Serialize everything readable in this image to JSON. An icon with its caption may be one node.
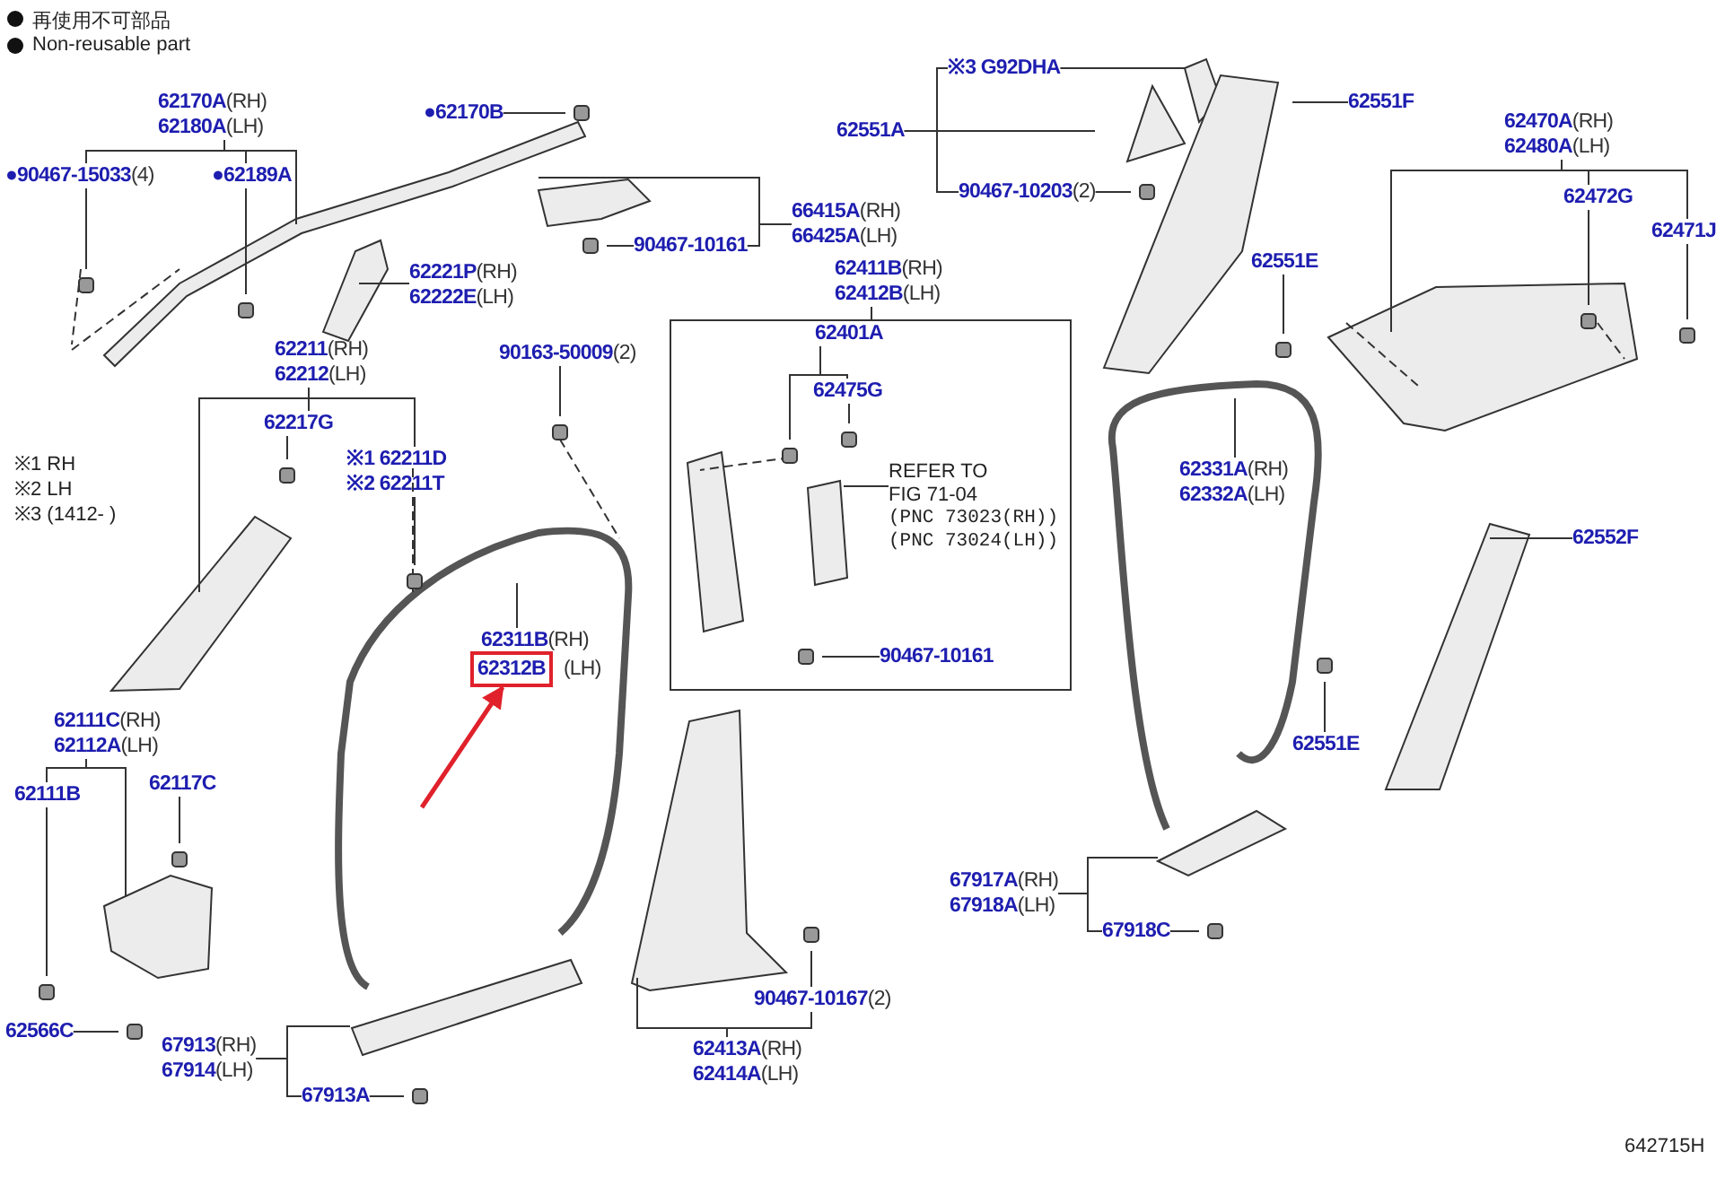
{
  "diagram": {
    "nodes": [
      {
        "text": [
          "62170A(RH)",
          "62180A(LH)"
        ]
      },
      {
        "text": [
          "●90467-15033(4)"
        ]
      },
      {
        "text": [
          "●62189A"
        ]
      },
      {
        "text": [
          "●62170B"
        ]
      },
      {
        "text": [
          "62221P(RH)",
          "62222E(LH)"
        ]
      },
      {
        "text": [
          "62211(RH)",
          "62212(LH)"
        ]
      },
      {
        "text": [
          "62217G"
        ]
      },
      {
        "text": [
          "※1 62211D",
          "※2 62211T"
        ]
      },
      {
        "text": [
          "62111C(RH)",
          "62112A(LH)"
        ]
      },
      {
        "text": [
          "62111B"
        ]
      },
      {
        "text": [
          "62117C"
        ]
      },
      {
        "text": [
          "62566C"
        ]
      },
      {
        "text": [
          "67913(RH)",
          "67914(LH)"
        ]
      },
      {
        "text": [
          "67913A"
        ]
      },
      {
        "text": [
          "90163-50009(2)"
        ]
      },
      {
        "text": [
          "66415A(RH)",
          "66425A(LH)"
        ]
      },
      {
        "text": [
          "90467-10161"
        ]
      },
      {
        "text": [
          "62311B(RH)"
        ]
      },
      {
        "text": [
          "62312B"
        ],
        "beside": [
          "(LH)"
        ]
      },
      {
        "text": [
          "62411B(RH)",
          "62412B(LH)"
        ]
      },
      {
        "text": [
          "62401A"
        ],
        "in": 19
      },
      {
        "text": [
          "62475G"
        ],
        "in": 19
      },
      {
        "text": [
          "REFER TO FIG 71-04",
          "(PNC 73023(RH))",
          "(PNC 73024(LH))"
        ],
        "in": 19
      },
      {
        "text": [
          "90467-10161"
        ],
        "in": 19
      },
      {
        "text": [
          "90467-10167(2)"
        ]
      },
      {
        "text": [
          "62413A(RH)",
          "62414A(LH)"
        ]
      },
      {
        "text": [
          "※3 G92DHA"
        ]
      },
      {
        "text": [
          "62551A"
        ]
      },
      {
        "text": [
          "90467-10203(2)"
        ]
      },
      {
        "text": [
          "62551F"
        ]
      },
      {
        "text": [
          "62551E"
        ]
      },
      {
        "text": [
          "62470A(RH)",
          "62480A(LH)"
        ]
      },
      {
        "text": [
          "62472G"
        ]
      },
      {
        "text": [
          "62471J"
        ]
      },
      {
        "text": [
          "62331A(RH)",
          "62332A(LH)"
        ]
      },
      {
        "text": [
          "62552F"
        ]
      },
      {
        "text": [
          "62551E"
        ]
      },
      {
        "text": [
          "67917A(RH)",
          "67918A(LH)"
        ]
      },
      {
        "text": [
          "67918C"
        ]
      }
    ],
    "edges": [
      {
        "from": 0,
        "to": 1,
        "arrow": "none"
      },
      {
        "from": 0,
        "to": 2,
        "arrow": "none"
      },
      {
        "from": 0,
        "to": null,
        "arrow": "none"
      },
      {
        "from": 1,
        "to": null,
        "arrow": "none"
      },
      {
        "from": 2,
        "to": null,
        "arrow": "none"
      },
      {
        "from": 3,
        "to": null,
        "arrow": "none"
      },
      {
        "from": 4,
        "to": null,
        "arrow": "none"
      },
      {
        "from": 5,
        "to": 6,
        "arrow": "none"
      },
      {
        "from": 5,
        "to": 7,
        "arrow": "none"
      },
      {
        "from": 5,
        "to": null,
        "arrow": "none"
      },
      {
        "from": 6,
        "to": null,
        "arrow": "none"
      },
      {
        "from": 7,
        "to": null,
        "arrow": "none"
      },
      {
        "from": 8,
        "to": 9,
        "arrow": "none"
      },
      {
        "from": 9,
        "to": null,
        "arrow": "none"
      },
      {
        "from": 8,
        "to": null,
        "arrow": "none"
      },
      {
        "from": 10,
        "to": null,
        "arrow": "none"
      },
      {
        "from": 11,
        "to": null,
        "arrow": "none"
      },
      {
        "from": 12,
        "to": null,
        "arrow": "none"
      },
      {
        "from": 12,
        "to": 13,
        "arrow": "none"
      },
      {
        "from": 13,
        "to": null,
        "arrow": "none"
      },
      {
        "from": 14,
        "to": null,
        "arrow": "none"
      },
      {
        "from": 15,
        "to": null,
        "arrow": "none"
      },
      {
        "from": 15,
        "to": 16,
        "arrow": "none"
      },
      {
        "from": 16,
        "to": null,
        "arrow": "none"
      },
      {
        "from": 17,
        "to": null,
        "arrow": "none"
      },
      {
        "from": null,
        "to": 18,
        "arrow": "to",
        "style": "thick",
        "color": "#e0212b"
      },
      {
        "from": 20,
        "to": null,
        "arrow": "none"
      },
      {
        "from": 20,
        "to": 21,
        "arrow": "none"
      },
      {
        "from": 21,
        "to": null,
        "arrow": "none"
      },
      {
        "from": 22,
        "to": null,
        "arrow": "none"
      },
      {
        "from": 23,
        "to": null,
        "arrow": "none"
      },
      {
        "from": 25,
        "to": 24,
        "arrow": "none"
      },
      {
        "from": 25,
        "to": null,
        "arrow": "none"
      },
      {
        "from": 24,
        "to": null,
        "arrow": "none"
      },
      {
        "from": 27,
        "to": 26,
        "arrow": "none"
      },
      {
        "from": 27,
        "to": null,
        "arrow": "none"
      },
      {
        "from": 27,
        "to": 28,
        "arrow": "none"
      },
      {
        "from": 26,
        "to": null,
        "arrow": "none"
      },
      {
        "from": 28,
        "to": null,
        "arrow": "none"
      },
      {
        "from": 29,
        "to": null,
        "arrow": "none"
      },
      {
        "from": 30,
        "to": null,
        "arrow": "none"
      },
      {
        "from": 31,
        "to": null,
        "arrow": "none"
      },
      {
        "from": 31,
        "to": 32,
        "arrow": "none"
      },
      {
        "from": 31,
        "to": 33,
        "arrow": "none"
      },
      {
        "from": 32,
        "to": null,
        "arrow": "none"
      },
      {
        "from": 33,
        "to": null,
        "arrow": "none"
      },
      {
        "from": 34,
        "to": null,
        "arrow": "none"
      },
      {
        "from": 35,
        "to": null,
        "arrow": "none"
      },
      {
        "from": 36,
        "to": null,
        "arrow": "none"
      },
      {
        "from": 37,
        "to": null,
        "arrow": "none"
      },
      {
        "from": 37,
        "to": 38,
        "arrow": "none"
      },
      {
        "from": 38,
        "to": null,
        "arrow": "none"
      }
    ],
    "labels": [
      "※1 RH",
      "※2 LH",
      "※3 (1412-      )",
      "642715H"
    ],
    "legend": [
      {
        "text": "再使用不可部品"
      },
      {
        "text": "Non-reusable part"
      }
    ]
  }
}
